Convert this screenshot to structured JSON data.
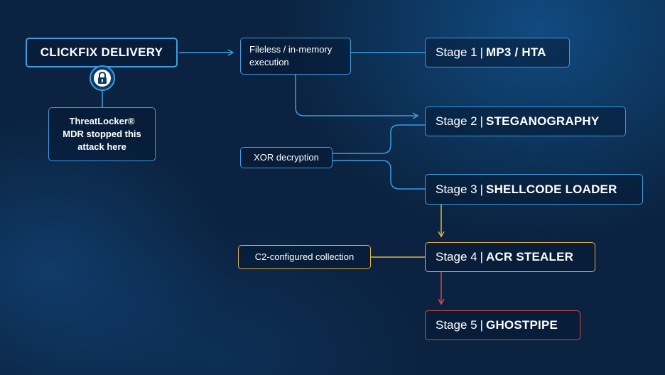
{
  "delivery": {
    "label": "CLICKFIX DELIVERY"
  },
  "stopped_note": {
    "line1": "ThreatLocker®",
    "line2": "MDR stopped this",
    "line3": "attack here"
  },
  "execution": {
    "line1": "Fileless / in-memory",
    "line2": "execution"
  },
  "xor": {
    "label": "XOR decryption"
  },
  "c2": {
    "label": "C2-configured collection"
  },
  "stages": [
    {
      "prefix": "Stage 1",
      "separator": "|",
      "name": "MP3 / HTA"
    },
    {
      "prefix": "Stage 2",
      "separator": "|",
      "name": "STEGANOGRAPHY"
    },
    {
      "prefix": "Stage 3",
      "separator": "|",
      "name": "SHELLCODE LOADER"
    },
    {
      "prefix": "Stage 4",
      "separator": "|",
      "name": "ACR STEALER"
    },
    {
      "prefix": "Stage 5",
      "separator": "|",
      "name": "GHOSTPIPE"
    }
  ],
  "colors": {
    "background": "#0b2340",
    "connector_blue": "#3a9ee0",
    "connector_gold": "#e3b342",
    "connector_red": "#d84848",
    "text": "#ffffff"
  },
  "icons": {
    "threatlocker": "threatlocker-logo-icon"
  }
}
